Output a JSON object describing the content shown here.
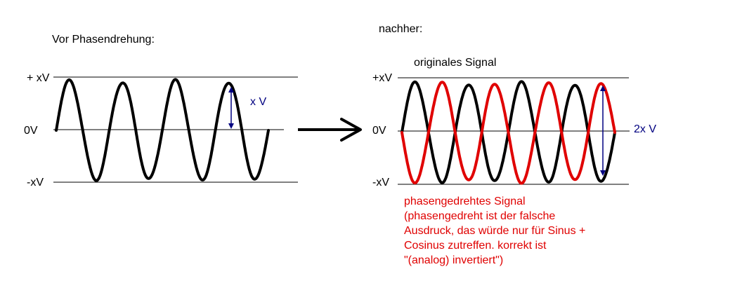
{
  "left_panel": {
    "title": "Vor Phasendrehung:",
    "label_top": "+ xV",
    "label_zero": "0V",
    "label_bottom": "-xV",
    "amplitude_label": "x V"
  },
  "right_panel": {
    "title": "nachher:",
    "original_label": "originales Signal",
    "label_top": "+xV",
    "label_zero": "0V",
    "label_bottom": "-xV",
    "amplitude_label": "2x V",
    "note_lines": [
      "phasengedrehtes Signal",
      "(phasengedreht ist der falsche",
      "Ausdruck, das würde nur für Sinus +",
      "Cosinus zutreffen. korrekt ist",
      "\"(analog) invertiert\")"
    ]
  },
  "colors": {
    "original_signal": "#000000",
    "inverted_signal": "#e00000",
    "annotation": "#000080",
    "reference_lines": "#000000"
  }
}
